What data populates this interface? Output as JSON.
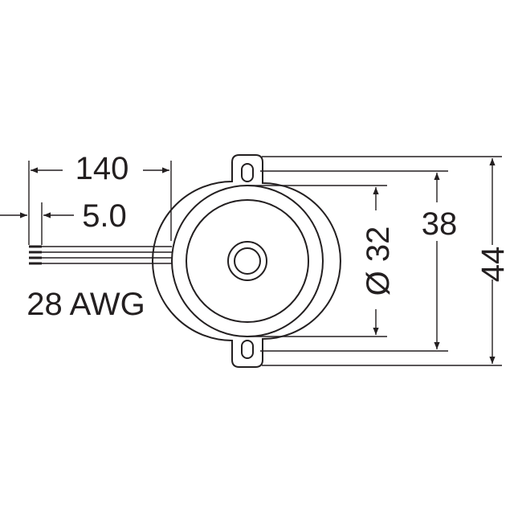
{
  "dimensions": {
    "wire_length": "140",
    "strip_length": "5.0",
    "wire_gauge": "28 AWG",
    "body_diameter": "Ø 32",
    "hole_spacing": "38",
    "overall_height": "44"
  },
  "colors": {
    "line": "#231f20",
    "background": "#ffffff"
  }
}
